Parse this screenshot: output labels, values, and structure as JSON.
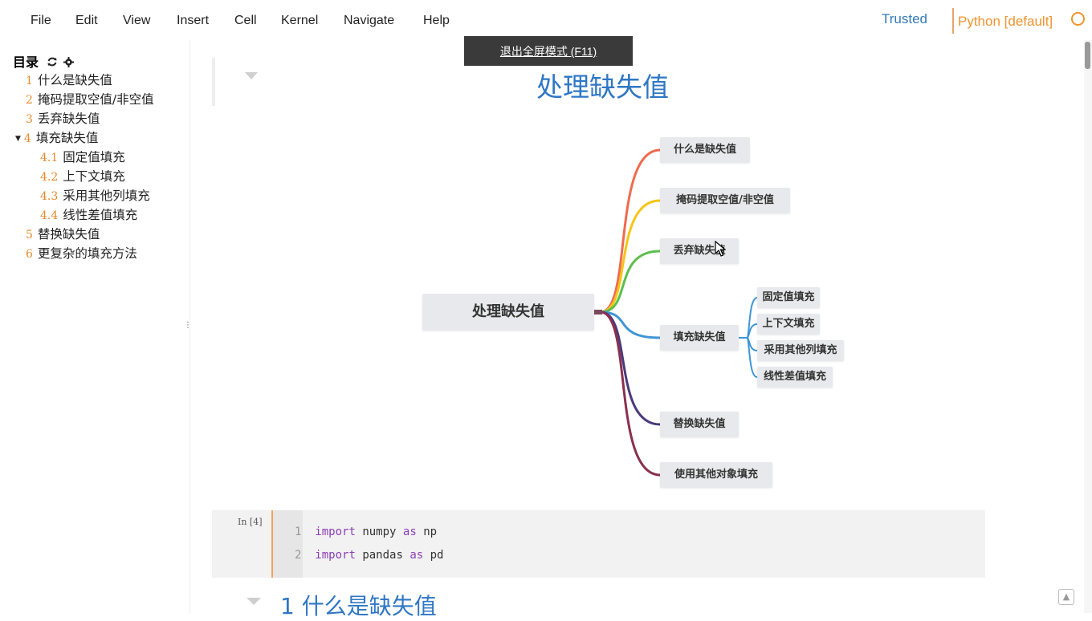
{
  "menubar": {
    "items": [
      "File",
      "Edit",
      "View",
      "Insert",
      "Cell",
      "Kernel",
      "Navigate",
      "Help"
    ],
    "trusted": "Trusted",
    "kernel": "Python [default]"
  },
  "fullscreen_tip": "退出全屏模式 (F11)",
  "toc": {
    "title": "目录",
    "items": [
      {
        "num": "1",
        "label": "什么是缺失值"
      },
      {
        "num": "2",
        "label": "掩码提取空值/非空值"
      },
      {
        "num": "3",
        "label": "丢弃缺失值"
      },
      {
        "num": "4",
        "label": "填充缺失值"
      },
      {
        "num": "4.1",
        "label": "固定值填充"
      },
      {
        "num": "4.2",
        "label": "上下文填充"
      },
      {
        "num": "4.3",
        "label": "采用其他列填充"
      },
      {
        "num": "4.4",
        "label": "线性差值填充"
      },
      {
        "num": "5",
        "label": "替换缺失值"
      },
      {
        "num": "6",
        "label": "更复杂的填充方法"
      }
    ]
  },
  "notebook": {
    "title": "处理缺失值",
    "mindmap": {
      "root": "处理缺失值",
      "branches": [
        "什么是缺失值",
        "掩码提取空值/非空值",
        "丢弃缺失值",
        "填充缺失值",
        "替换缺失值",
        "使用其他对象填充"
      ],
      "sub_branches": [
        "固定值填充",
        "上下文填充",
        "采用其他列填充",
        "线性差值填充"
      ],
      "colors": [
        "#ef6b4e",
        "#f5c518",
        "#5cbf4c",
        "#3f95d6",
        "#4a3a7a",
        "#8a3050"
      ]
    },
    "code_cell": {
      "prompt": "In [4]",
      "lines": [
        {
          "n": "1",
          "kw1": "import",
          "mod": "numpy",
          "kw2": "as",
          "alias": "np"
        },
        {
          "n": "2",
          "kw1": "import",
          "mod": "pandas",
          "kw2": "as",
          "alias": "pd"
        }
      ]
    },
    "section_heading": "1  什么是缺失值"
  }
}
